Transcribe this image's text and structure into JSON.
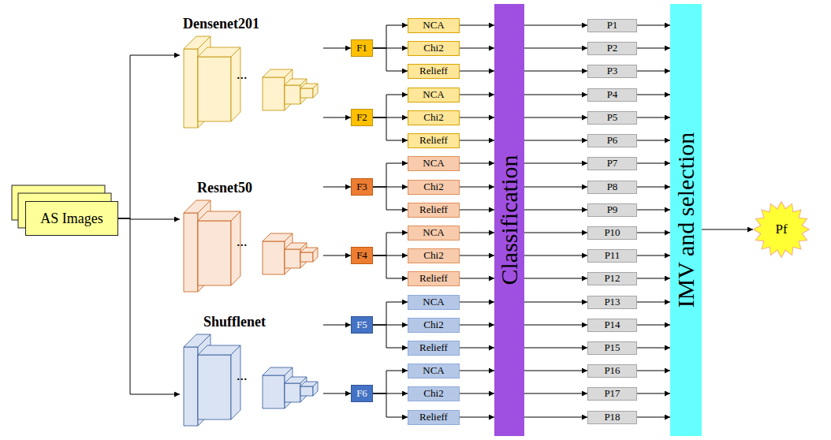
{
  "diagram": {
    "nodes": [
      {
        "text": [
          "AS Images"
        ]
      },
      {
        "text": [
          "Densenet201"
        ]
      },
      {
        "text": [
          "F1"
        ]
      },
      {
        "text": [
          "NCA"
        ]
      },
      {
        "text": [
          "Chi2"
        ]
      },
      {
        "text": [
          "Relieff"
        ]
      },
      {
        "text": [
          "F2"
        ]
      },
      {
        "text": [
          "NCA"
        ]
      },
      {
        "text": [
          "Chi2"
        ]
      },
      {
        "text": [
          "Relieff"
        ]
      },
      {
        "text": [
          "Resnet50"
        ]
      },
      {
        "text": [
          "F3"
        ]
      },
      {
        "text": [
          "NCA"
        ]
      },
      {
        "text": [
          "Chi2"
        ]
      },
      {
        "text": [
          "Relieff"
        ]
      },
      {
        "text": [
          "F4"
        ]
      },
      {
        "text": [
          "NCA"
        ]
      },
      {
        "text": [
          "Chi2"
        ]
      },
      {
        "text": [
          "Relieff"
        ]
      },
      {
        "text": [
          "Shufflenet"
        ]
      },
      {
        "text": [
          "F5"
        ]
      },
      {
        "text": [
          "NCA"
        ]
      },
      {
        "text": [
          "Chi2"
        ]
      },
      {
        "text": [
          "Relieff"
        ]
      },
      {
        "text": [
          "F6"
        ]
      },
      {
        "text": [
          "NCA"
        ]
      },
      {
        "text": [
          "Chi2"
        ]
      },
      {
        "text": [
          "Relieff"
        ]
      },
      {
        "text": [
          "Classification"
        ]
      },
      {
        "text": [
          "P1"
        ]
      },
      {
        "text": [
          "P2"
        ]
      },
      {
        "text": [
          "P3"
        ]
      },
      {
        "text": [
          "P4"
        ]
      },
      {
        "text": [
          "P5"
        ]
      },
      {
        "text": [
          "P6"
        ]
      },
      {
        "text": [
          "P7"
        ]
      },
      {
        "text": [
          "P8"
        ]
      },
      {
        "text": [
          "P9"
        ]
      },
      {
        "text": [
          "P10"
        ]
      },
      {
        "text": [
          "P11"
        ]
      },
      {
        "text": [
          "P12"
        ]
      },
      {
        "text": [
          "P13"
        ]
      },
      {
        "text": [
          "P14"
        ]
      },
      {
        "text": [
          "P15"
        ]
      },
      {
        "text": [
          "P16"
        ]
      },
      {
        "text": [
          "P17"
        ]
      },
      {
        "text": [
          "P18"
        ]
      },
      {
        "text": [
          "IMV and selection"
        ]
      },
      {
        "text": [
          "Pf"
        ]
      }
    ],
    "edges": [
      {
        "from": 0,
        "to": 1,
        "arrow": "to"
      },
      {
        "from": 0,
        "to": 10,
        "arrow": "to"
      },
      {
        "from": 0,
        "to": 19,
        "arrow": "to"
      },
      {
        "from": 1,
        "to": 2,
        "arrow": "to"
      },
      {
        "from": 1,
        "to": 6,
        "arrow": "to"
      },
      {
        "from": 10,
        "to": 11,
        "arrow": "to"
      },
      {
        "from": 10,
        "to": 15,
        "arrow": "to"
      },
      {
        "from": 19,
        "to": 20,
        "arrow": "to"
      },
      {
        "from": 19,
        "to": 24,
        "arrow": "to"
      },
      {
        "from": 2,
        "to": 3,
        "arrow": "to"
      },
      {
        "from": 2,
        "to": 4,
        "arrow": "to"
      },
      {
        "from": 2,
        "to": 5,
        "arrow": "to"
      },
      {
        "from": 6,
        "to": 7,
        "arrow": "to"
      },
      {
        "from": 6,
        "to": 8,
        "arrow": "to"
      },
      {
        "from": 6,
        "to": 9,
        "arrow": "to"
      },
      {
        "from": 11,
        "to": 12,
        "arrow": "to"
      },
      {
        "from": 11,
        "to": 13,
        "arrow": "to"
      },
      {
        "from": 11,
        "to": 14,
        "arrow": "to"
      },
      {
        "from": 15,
        "to": 16,
        "arrow": "to"
      },
      {
        "from": 15,
        "to": 17,
        "arrow": "to"
      },
      {
        "from": 15,
        "to": 18,
        "arrow": "to"
      },
      {
        "from": 20,
        "to": 21,
        "arrow": "to"
      },
      {
        "from": 20,
        "to": 22,
        "arrow": "to"
      },
      {
        "from": 20,
        "to": 23,
        "arrow": "to"
      },
      {
        "from": 24,
        "to": 25,
        "arrow": "to"
      },
      {
        "from": 24,
        "to": 26,
        "arrow": "to"
      },
      {
        "from": 24,
        "to": 27,
        "arrow": "to"
      },
      {
        "from": 3,
        "to": 28,
        "arrow": "to"
      },
      {
        "from": 4,
        "to": 28,
        "arrow": "to"
      },
      {
        "from": 5,
        "to": 28,
        "arrow": "to"
      },
      {
        "from": 7,
        "to": 28,
        "arrow": "to"
      },
      {
        "from": 8,
        "to": 28,
        "arrow": "to"
      },
      {
        "from": 9,
        "to": 28,
        "arrow": "to"
      },
      {
        "from": 12,
        "to": 28,
        "arrow": "to"
      },
      {
        "from": 13,
        "to": 28,
        "arrow": "to"
      },
      {
        "from": 14,
        "to": 28,
        "arrow": "to"
      },
      {
        "from": 16,
        "to": 28,
        "arrow": "to"
      },
      {
        "from": 17,
        "to": 28,
        "arrow": "to"
      },
      {
        "from": 18,
        "to": 28,
        "arrow": "to"
      },
      {
        "from": 21,
        "to": 28,
        "arrow": "to"
      },
      {
        "from": 22,
        "to": 28,
        "arrow": "to"
      },
      {
        "from": 23,
        "to": 28,
        "arrow": "to"
      },
      {
        "from": 25,
        "to": 28,
        "arrow": "to"
      },
      {
        "from": 26,
        "to": 28,
        "arrow": "to"
      },
      {
        "from": 27,
        "to": 28,
        "arrow": "to"
      },
      {
        "from": 28,
        "to": 29,
        "arrow": "to"
      },
      {
        "from": 28,
        "to": 30,
        "arrow": "to"
      },
      {
        "from": 28,
        "to": 31,
        "arrow": "to"
      },
      {
        "from": 28,
        "to": 32,
        "arrow": "to"
      },
      {
        "from": 28,
        "to": 33,
        "arrow": "to"
      },
      {
        "from": 28,
        "to": 34,
        "arrow": "to"
      },
      {
        "from": 28,
        "to": 35,
        "arrow": "to"
      },
      {
        "from": 28,
        "to": 36,
        "arrow": "to"
      },
      {
        "from": 28,
        "to": 37,
        "arrow": "to"
      },
      {
        "from": 28,
        "to": 38,
        "arrow": "to"
      },
      {
        "from": 28,
        "to": 39,
        "arrow": "to"
      },
      {
        "from": 28,
        "to": 40,
        "arrow": "to"
      },
      {
        "from": 28,
        "to": 41,
        "arrow": "to"
      },
      {
        "from": 28,
        "to": 42,
        "arrow": "to"
      },
      {
        "from": 28,
        "to": 43,
        "arrow": "to"
      },
      {
        "from": 28,
        "to": 44,
        "arrow": "to"
      },
      {
        "from": 28,
        "to": 45,
        "arrow": "to"
      },
      {
        "from": 28,
        "to": 46,
        "arrow": "to"
      },
      {
        "from": 29,
        "to": 47,
        "arrow": "to"
      },
      {
        "from": 30,
        "to": 47,
        "arrow": "to"
      },
      {
        "from": 31,
        "to": 47,
        "arrow": "to"
      },
      {
        "from": 32,
        "to": 47,
        "arrow": "to"
      },
      {
        "from": 33,
        "to": 47,
        "arrow": "to"
      },
      {
        "from": 34,
        "to": 47,
        "arrow": "to"
      },
      {
        "from": 35,
        "to": 47,
        "arrow": "to"
      },
      {
        "from": 36,
        "to": 47,
        "arrow": "to"
      },
      {
        "from": 37,
        "to": 47,
        "arrow": "to"
      },
      {
        "from": 38,
        "to": 47,
        "arrow": "to"
      },
      {
        "from": 39,
        "to": 47,
        "arrow": "to"
      },
      {
        "from": 40,
        "to": 47,
        "arrow": "to"
      },
      {
        "from": 41,
        "to": 47,
        "arrow": "to"
      },
      {
        "from": 42,
        "to": 47,
        "arrow": "to"
      },
      {
        "from": 43,
        "to": 47,
        "arrow": "to"
      },
      {
        "from": 44,
        "to": 47,
        "arrow": "to"
      },
      {
        "from": 45,
        "to": 47,
        "arrow": "to"
      },
      {
        "from": 46,
        "to": 47,
        "arrow": "to"
      },
      {
        "from": 47,
        "to": 48,
        "arrow": "to"
      }
    ],
    "labels": [
      "...",
      "...",
      "..."
    ]
  }
}
